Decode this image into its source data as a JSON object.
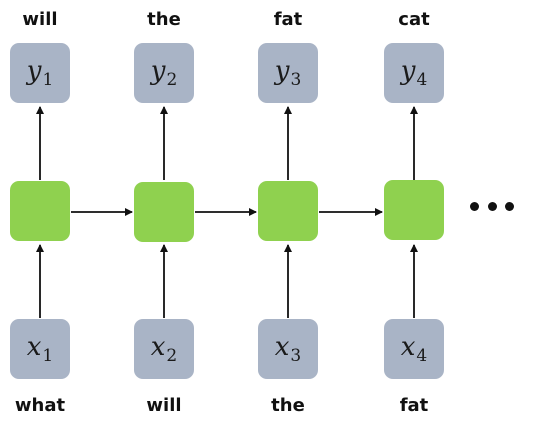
{
  "colors": {
    "input_box": "#a9b4c6",
    "hidden_box": "#8fd14f",
    "arrow": "#111111"
  },
  "steps": [
    {
      "output_word": "will",
      "output_symbol": "y",
      "output_index": "1",
      "input_symbol": "x",
      "input_index": "1",
      "input_word": "what"
    },
    {
      "output_word": "the",
      "output_symbol": "y",
      "output_index": "2",
      "input_symbol": "x",
      "input_index": "2",
      "input_word": "will"
    },
    {
      "output_word": "fat",
      "output_symbol": "y",
      "output_index": "3",
      "input_symbol": "x",
      "input_index": "3",
      "input_word": "the"
    },
    {
      "output_word": "cat",
      "output_symbol": "y",
      "output_index": "4",
      "input_symbol": "x",
      "input_index": "4",
      "input_word": "fat"
    }
  ],
  "continuation_icon": "ellipsis-icon"
}
